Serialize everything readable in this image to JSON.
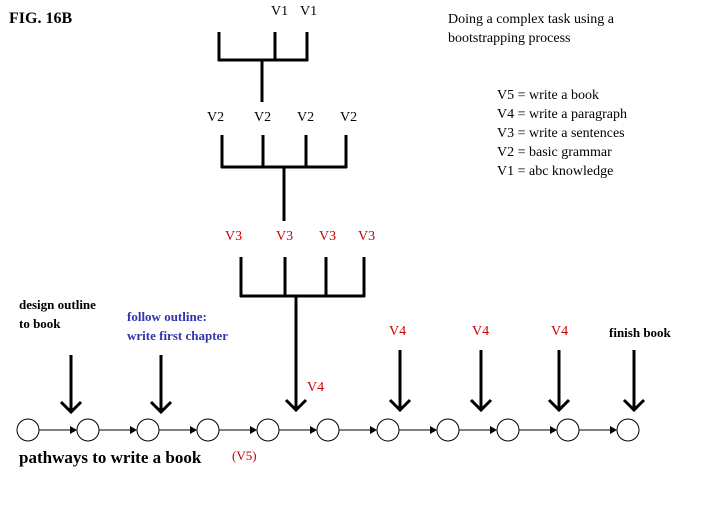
{
  "figure_label": "FIG. 16B",
  "description": {
    "line1": "Doing a complex task using a",
    "line2": "bootstrapping process"
  },
  "legend": [
    "V5 = write a book",
    "V4 = write a paragraph",
    "V3 = write a sentences",
    "V2 = basic grammar",
    "V1 = abc knowledge"
  ],
  "tree": {
    "v1_labels": [
      "V1",
      "V1"
    ],
    "v2_labels": [
      "V2",
      "V2",
      "V2",
      "V2"
    ],
    "v3_labels": [
      "V3",
      "V3",
      "V3",
      "V3"
    ]
  },
  "steps": {
    "design_outline": {
      "line1": "design outline",
      "line2": "to book"
    },
    "follow_outline": {
      "line1": "follow outline:",
      "line2": "write first chapter"
    },
    "finish": "finish book",
    "v4_labels": [
      "V4",
      "V4",
      "V4",
      "V4"
    ]
  },
  "pathway": {
    "label": "pathways to write a book",
    "tag": "(V5)",
    "node_count": 11
  },
  "colors": {
    "line": "#000000",
    "red_label": "#cc0000",
    "blue_label": "#3333aa"
  }
}
